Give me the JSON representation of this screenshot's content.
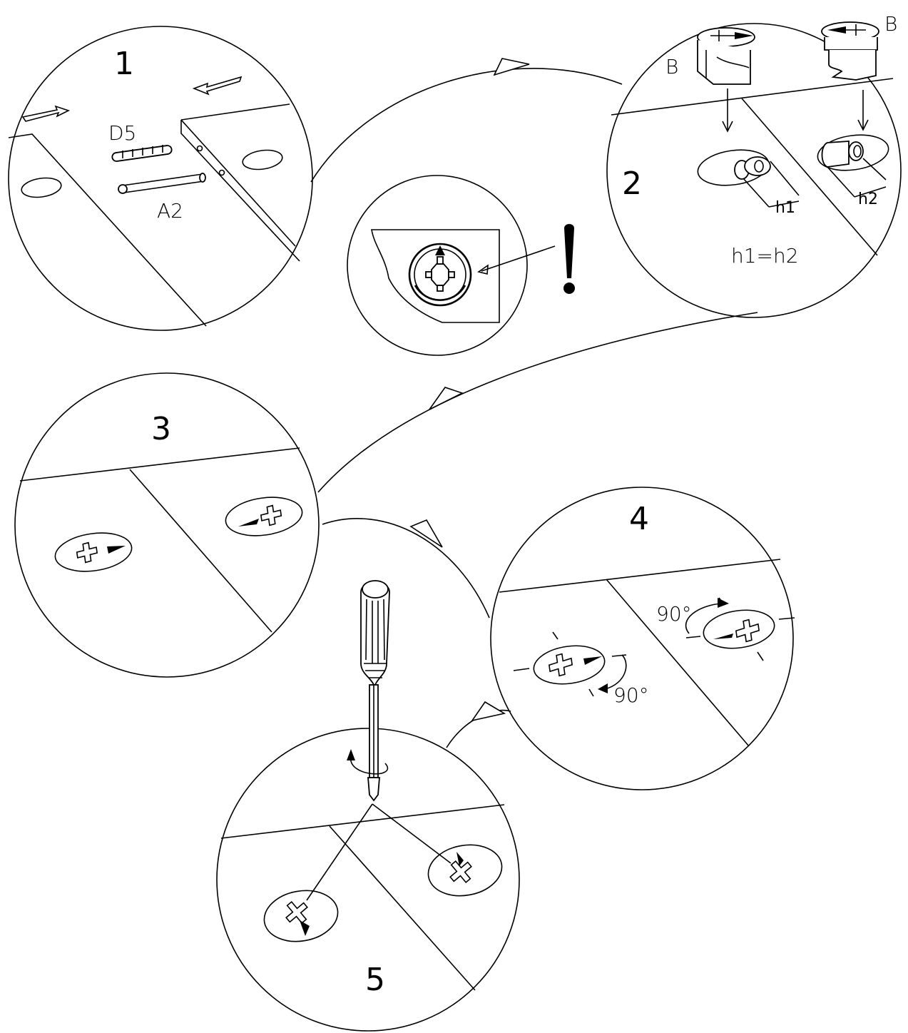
{
  "steps": [
    {
      "number": "1",
      "labels": {
        "dowel": "D5",
        "pin": "A2"
      }
    },
    {
      "number": "2",
      "labels": {
        "part_left": "B",
        "part_right": "B",
        "h1": "h1",
        "h2": "h2",
        "rule": "h1=h2"
      }
    },
    {
      "number": "3"
    },
    {
      "number": "4",
      "labels": {
        "angle_top": "90°",
        "angle_bottom": "90°"
      }
    },
    {
      "number": "5"
    }
  ],
  "warning": {
    "mark": "!"
  },
  "icons": [
    "arrow-flow-icon",
    "cam-lock-icon",
    "screwdriver-icon",
    "warning-exclamation-icon",
    "rotation-arrow-icon"
  ]
}
